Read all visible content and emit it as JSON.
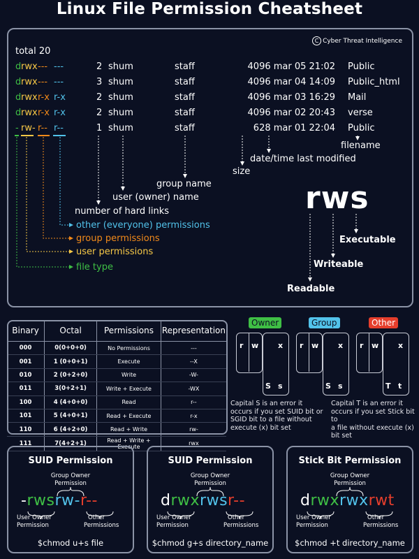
{
  "title": "Linux File Permission Cheatsheet",
  "brand": "Cyber Threat Intelligence",
  "listing": {
    "total": "total 20",
    "rows": [
      {
        "perm_type": "d",
        "perm_user": "rwx",
        "perm_group": "---",
        "perm_other": "---",
        "links": "2",
        "owner": "shum",
        "group": "staff",
        "size_date": "4096 mar 05 21:02",
        "name": "Public"
      },
      {
        "perm_type": "d",
        "perm_user": "rwx",
        "perm_group": "---",
        "perm_other": "---",
        "links": "3",
        "owner": "shum",
        "group": "staff",
        "size_date": "4096 mar 04 14:09",
        "name": "Public_html"
      },
      {
        "perm_type": "d",
        "perm_user": "rwx",
        "perm_group": "r-x",
        "perm_other": "r-x",
        "links": "2",
        "owner": "shum",
        "group": "staff",
        "size_date": "4096 mar 03 16:29",
        "name": "Mail"
      },
      {
        "perm_type": "d",
        "perm_user": "rwx",
        "perm_group": "r-x",
        "perm_other": "r-x",
        "links": "2",
        "owner": "shum",
        "group": "staff",
        "size_date": "4096 mar 02 20:43",
        "name": "verse"
      },
      {
        "perm_type": "-",
        "perm_user": "rw-",
        "perm_group": "r--",
        "perm_other": "r--",
        "links": "1",
        "owner": "shum",
        "group": "staff",
        "size_date": "628 mar 01 22:04",
        "name": "Public"
      }
    ],
    "labels": {
      "filename": "filename",
      "date": "date/time last modified",
      "size": "size",
      "group_name": "group name",
      "owner_name": "user (owner) name",
      "hard_links": "number of hard links",
      "other_perm": "other (everyone) permissions",
      "group_perm": "group permissions",
      "user_perm": "user permissions",
      "file_type": "file type"
    },
    "rws": {
      "letters": "rws",
      "executable": "Executable",
      "writeable": "Writeable",
      "readable": "Readable"
    }
  },
  "table": {
    "headers": [
      "Binary",
      "Octal",
      "Permissions",
      "Representation"
    ],
    "rows": [
      [
        "000",
        "0(0+0+0)",
        "No Permissions",
        "---"
      ],
      [
        "001",
        "1 (0+0+1)",
        "Execute",
        "--X"
      ],
      [
        "010",
        "2 (0+2+0)",
        "Write",
        "-W-"
      ],
      [
        "011",
        "3(0+2+1)",
        "Write + Execute",
        "-WX"
      ],
      [
        "100",
        "4 (4+0+0)",
        "Read",
        "r--"
      ],
      [
        "101",
        "5 (4+0+1)",
        "Read + Execute",
        "r-x"
      ],
      [
        "110",
        "6 (4+2+0)",
        "Read + Write",
        "rw-"
      ],
      [
        "111",
        "7(4+2+1)",
        "Read + Write + Execute",
        "rwx"
      ]
    ]
  },
  "triads": {
    "owner": {
      "tag": "Owner",
      "color": "#3fbf45",
      "chars": [
        "r",
        "w",
        "x"
      ],
      "lower": "s",
      "upper": "S"
    },
    "group": {
      "tag": "Group",
      "color": "#52c2ea",
      "chars": [
        "r",
        "w",
        "x"
      ],
      "lower": "s",
      "upper": "S"
    },
    "other": {
      "tag": "Other",
      "color": "#e53e2c",
      "chars": [
        "r",
        "w",
        "x"
      ],
      "lower": "t",
      "upper": "T"
    },
    "note_s": [
      "Capital S is an error it",
      "occurs if you set SUID bit or",
      "SGID bit to a file without",
      "execute (x) bit set"
    ],
    "note_t": [
      "Capital T is an error it",
      "occurs if you set Stick bit to",
      "a file without execute (x)",
      "bit set"
    ]
  },
  "bottom": [
    {
      "title": "SUID Permission",
      "p1": "-",
      "p2": "rws",
      "p3": "rw-",
      "p4": "r--",
      "group_owner": [
        "Group Owner",
        "Permission"
      ],
      "user_owner": [
        "User Owner",
        "Permission"
      ],
      "other": [
        "Other",
        "Permissions"
      ],
      "cmd": "$chmod u+s file"
    },
    {
      "title": "SUID Permission",
      "p1": "d",
      "p2": "rwx",
      "p3": "rws",
      "p4": "r--",
      "group_owner": [
        "Group Owner",
        "Permission"
      ],
      "user_owner": [
        "User Owner",
        "Permission"
      ],
      "other": [
        "Other",
        "Permissions"
      ],
      "cmd": "$chmod g+s directory_name"
    },
    {
      "title": "Stick Bit Permission",
      "p1": "d",
      "p2": "rwx",
      "p3": "rwx",
      "p4": "rwt",
      "group_owner": [
        "Group Owner",
        "Permission"
      ],
      "user_owner": [
        "User Owner",
        "Permission"
      ],
      "other": [
        "Other",
        "Permissions"
      ],
      "cmd": "$chmod +t directory_name"
    }
  ],
  "colors": {
    "background": "#0b1022",
    "border": "#8b93a6",
    "green": "#3fbf45",
    "orange": "#f28a1a",
    "cyan": "#52c2ea",
    "yellow": "#f6c847",
    "red": "#e53e2c"
  }
}
